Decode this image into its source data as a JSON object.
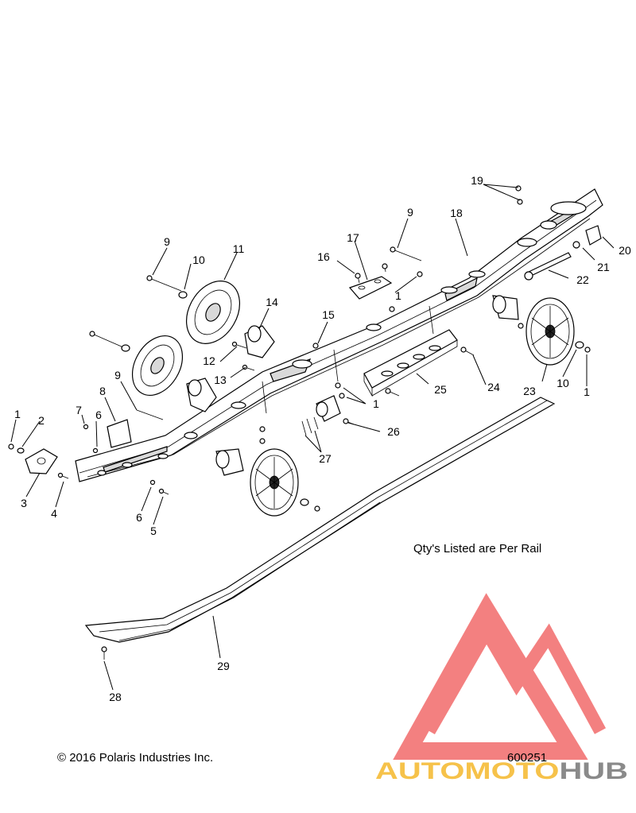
{
  "callouts": [
    "1",
    "2",
    "3",
    "4",
    "5",
    "6",
    "7",
    "8",
    "9",
    "10",
    "11",
    "12",
    "13",
    "14",
    "15",
    "16",
    "17",
    "18",
    "19",
    "20",
    "21",
    "22",
    "23",
    "24",
    "25",
    "26",
    "27",
    "28",
    "29"
  ],
  "note": "Qty's Listed are Per Rail",
  "copyright": "© 2016 Polaris Industries Inc.",
  "diagram_number": "600251",
  "watermark": {
    "brand_part1": "AUTOMOTO",
    "brand_part2": "HUB",
    "colors": {
      "triangle": "#f26b6b",
      "brand_part1": "#f6c24a",
      "brand_part2": "#8a8a8a"
    }
  },
  "colors": {
    "line": "#000000",
    "background": "#ffffff"
  }
}
